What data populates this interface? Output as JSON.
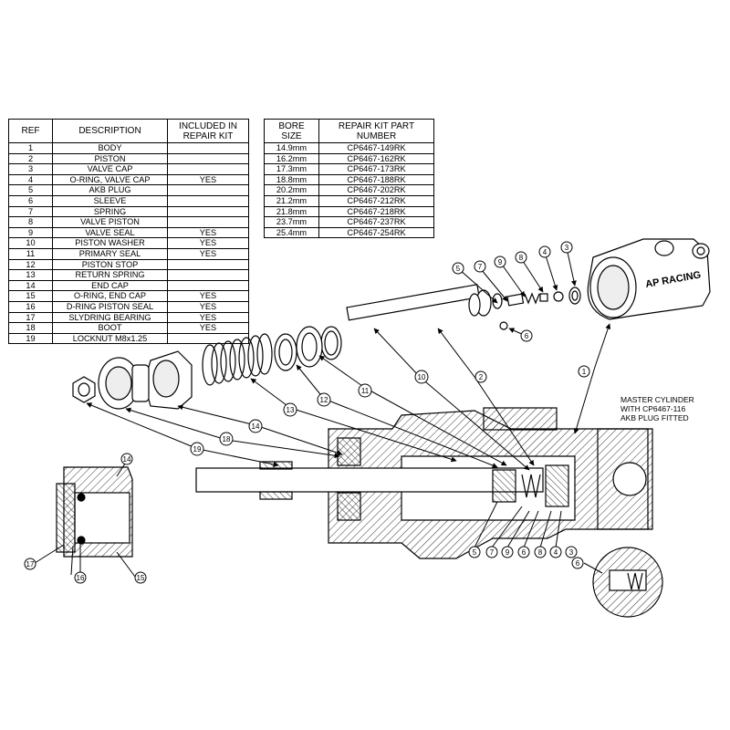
{
  "parts_table": {
    "headers": {
      "ref": "REF",
      "description": "DESCRIPTION",
      "included_line1": "INCLUDED IN",
      "included_line2": "REPAIR KIT"
    },
    "rows": [
      {
        "ref": "1",
        "description": "BODY",
        "included": ""
      },
      {
        "ref": "2",
        "description": "PISTON",
        "included": ""
      },
      {
        "ref": "3",
        "description": "VALVE CAP",
        "included": ""
      },
      {
        "ref": "4",
        "description": "O-RING, VALVE CAP",
        "included": "YES"
      },
      {
        "ref": "5",
        "description": "AKB PLUG",
        "included": ""
      },
      {
        "ref": "6",
        "description": "SLEEVE",
        "included": ""
      },
      {
        "ref": "7",
        "description": "SPRING",
        "included": ""
      },
      {
        "ref": "8",
        "description": "VALVE PISTON",
        "included": ""
      },
      {
        "ref": "9",
        "description": "VALVE SEAL",
        "included": "YES"
      },
      {
        "ref": "10",
        "description": "PISTON WASHER",
        "included": "YES"
      },
      {
        "ref": "11",
        "description": "PRIMARY SEAL",
        "included": "YES"
      },
      {
        "ref": "12",
        "description": "PISTON STOP",
        "included": ""
      },
      {
        "ref": "13",
        "description": "RETURN SPRING",
        "included": ""
      },
      {
        "ref": "14",
        "description": "END CAP",
        "included": ""
      },
      {
        "ref": "15",
        "description": "O-RING, END CAP",
        "included": "YES"
      },
      {
        "ref": "16",
        "description": "D-RING PISTON SEAL",
        "included": "YES"
      },
      {
        "ref": "17",
        "description": "SLYDRING BEARING",
        "included": "YES"
      },
      {
        "ref": "18",
        "description": "BOOT",
        "included": "YES"
      },
      {
        "ref": "19",
        "description": "LOCKNUT M8x1.25",
        "included": ""
      }
    ]
  },
  "bore_table": {
    "headers": {
      "bore_line1": "BORE",
      "bore_line2": "SIZE",
      "kit_line1": "REPAIR KIT PART",
      "kit_line2": "NUMBER"
    },
    "rows": [
      {
        "bore": "14.9mm",
        "part": "CP6467-149RK"
      },
      {
        "bore": "16.2mm",
        "part": "CP6467-162RK"
      },
      {
        "bore": "17.3mm",
        "part": "CP6467-173RK"
      },
      {
        "bore": "18.8mm",
        "part": "CP6467-188RK"
      },
      {
        "bore": "20.2mm",
        "part": "CP6467-202RK"
      },
      {
        "bore": "21.2mm",
        "part": "CP6467-212RK"
      },
      {
        "bore": "21.8mm",
        "part": "CP6467-218RK"
      },
      {
        "bore": "23.7mm",
        "part": "CP6467-237RK"
      },
      {
        "bore": "25.4mm",
        "part": "CP6467-254RK"
      }
    ]
  },
  "note": {
    "line1": "MASTER CYLINDER",
    "line2": "WITH CP6467-116",
    "line3": "AKB PLUG FITTED"
  },
  "brand_mark": "AP RACING",
  "callouts": {
    "c1": "1",
    "c2": "2",
    "c3": "3",
    "c4": "4",
    "c5": "5",
    "c6": "6",
    "c7": "7",
    "c8": "8",
    "c9": "9",
    "c10": "10",
    "c11": "11",
    "c12": "12",
    "c13": "13",
    "c14": "14",
    "c18": "18",
    "c19": "19",
    "s5": "5",
    "s7": "7",
    "s9": "9",
    "s6": "6",
    "s8": "8",
    "s4": "4",
    "s3": "3",
    "d14": "14",
    "d17": "17",
    "d16": "16",
    "d15": "15",
    "d6": "6"
  }
}
